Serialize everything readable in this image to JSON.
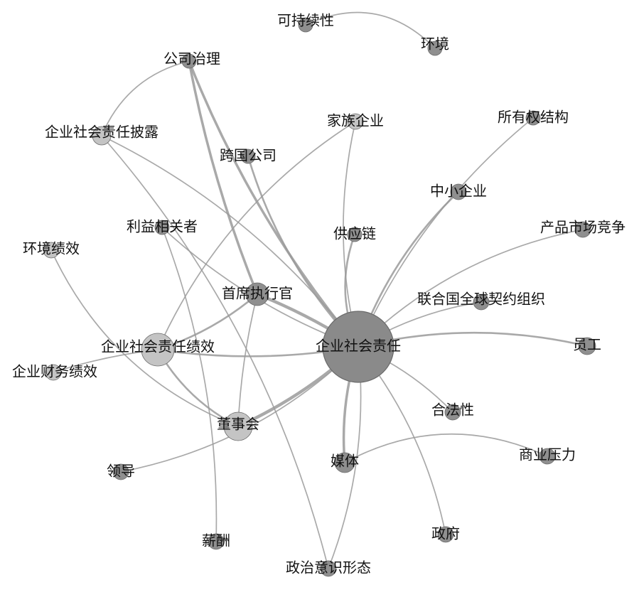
{
  "network": {
    "colors": {
      "background": "#ffffff",
      "node_large": "#8a8a8a",
      "node_dark": "#8f8f8f",
      "node_light": "#c4c4c4",
      "edge": "#9a9a9a",
      "label": "#111111"
    },
    "nodes": [
      {
        "id": "csr",
        "label": "企业社会责任",
        "tone": "large"
      },
      {
        "id": "sustain",
        "label": "可持续性",
        "tone": "dark"
      },
      {
        "id": "env",
        "label": "环境",
        "tone": "dark"
      },
      {
        "id": "gov",
        "label": "公司治理",
        "tone": "dark"
      },
      {
        "id": "disclosure",
        "label": "企业社会责任披露",
        "tone": "light"
      },
      {
        "id": "family",
        "label": "家族企业",
        "tone": "light"
      },
      {
        "id": "ownership",
        "label": "所有权结构",
        "tone": "dark"
      },
      {
        "id": "mnc",
        "label": "跨国公司",
        "tone": "dark"
      },
      {
        "id": "sme",
        "label": "中小企业",
        "tone": "dark"
      },
      {
        "id": "stakeholder",
        "label": "利益相关者",
        "tone": "dark"
      },
      {
        "id": "supply",
        "label": "供应链",
        "tone": "dark"
      },
      {
        "id": "market",
        "label": "产品市场竞争",
        "tone": "dark"
      },
      {
        "id": "envperf",
        "label": "环境绩效",
        "tone": "light"
      },
      {
        "id": "ceo",
        "label": "首席执行官",
        "tone": "dark"
      },
      {
        "id": "ungc",
        "label": "联合国全球契约组织",
        "tone": "dark"
      },
      {
        "id": "employee",
        "label": "员工",
        "tone": "dark"
      },
      {
        "id": "csrperf",
        "label": "企业社会责任绩效",
        "tone": "light"
      },
      {
        "id": "finperf",
        "label": "企业财务绩效",
        "tone": "light"
      },
      {
        "id": "legit",
        "label": "合法性",
        "tone": "dark"
      },
      {
        "id": "board",
        "label": "董事会",
        "tone": "light"
      },
      {
        "id": "media",
        "label": "媒体",
        "tone": "dark"
      },
      {
        "id": "pressure",
        "label": "商业压力",
        "tone": "dark"
      },
      {
        "id": "leader",
        "label": "领导",
        "tone": "dark"
      },
      {
        "id": "pay",
        "label": "薪酬",
        "tone": "dark"
      },
      {
        "id": "govt",
        "label": "政府",
        "tone": "dark"
      },
      {
        "id": "ideology",
        "label": "政治意识形态",
        "tone": "dark"
      }
    ],
    "edges": [
      {
        "source": "sustain",
        "target": "env",
        "weight": 1
      },
      {
        "source": "gov",
        "target": "disclosure",
        "weight": 1
      },
      {
        "source": "gov",
        "target": "ceo",
        "weight": 3
      },
      {
        "source": "gov",
        "target": "csr",
        "weight": 3
      },
      {
        "source": "disclosure",
        "target": "csr",
        "weight": 1
      },
      {
        "source": "disclosure",
        "target": "ideology",
        "weight": 1
      },
      {
        "source": "family",
        "target": "csr",
        "weight": 1
      },
      {
        "source": "family",
        "target": "csrperf",
        "weight": 1
      },
      {
        "source": "ownership",
        "target": "csr",
        "weight": 1
      },
      {
        "source": "mnc",
        "target": "csr",
        "weight": 2
      },
      {
        "source": "sme",
        "target": "csr",
        "weight": 2
      },
      {
        "source": "stakeholder",
        "target": "csr",
        "weight": 1
      },
      {
        "source": "stakeholder",
        "target": "pay",
        "weight": 1
      },
      {
        "source": "supply",
        "target": "csr",
        "weight": 2
      },
      {
        "source": "market",
        "target": "csr",
        "weight": 1
      },
      {
        "source": "envperf",
        "target": "board",
        "weight": 1
      },
      {
        "source": "ceo",
        "target": "csr",
        "weight": 4
      },
      {
        "source": "ceo",
        "target": "csrperf",
        "weight": 2
      },
      {
        "source": "ceo",
        "target": "board",
        "weight": 1
      },
      {
        "source": "ungc",
        "target": "csr",
        "weight": 1
      },
      {
        "source": "employee",
        "target": "csr",
        "weight": 2
      },
      {
        "source": "csrperf",
        "target": "csr",
        "weight": 2
      },
      {
        "source": "csrperf",
        "target": "finperf",
        "weight": 1
      },
      {
        "source": "csrperf",
        "target": "board",
        "weight": 2
      },
      {
        "source": "legit",
        "target": "csr",
        "weight": 1
      },
      {
        "source": "board",
        "target": "csr",
        "weight": 4
      },
      {
        "source": "media",
        "target": "csr",
        "weight": 3
      },
      {
        "source": "media",
        "target": "pressure",
        "weight": 1
      },
      {
        "source": "leader",
        "target": "csr",
        "weight": 1
      },
      {
        "source": "govt",
        "target": "csr",
        "weight": 1
      },
      {
        "source": "ideology",
        "target": "csr",
        "weight": 1
      }
    ]
  }
}
